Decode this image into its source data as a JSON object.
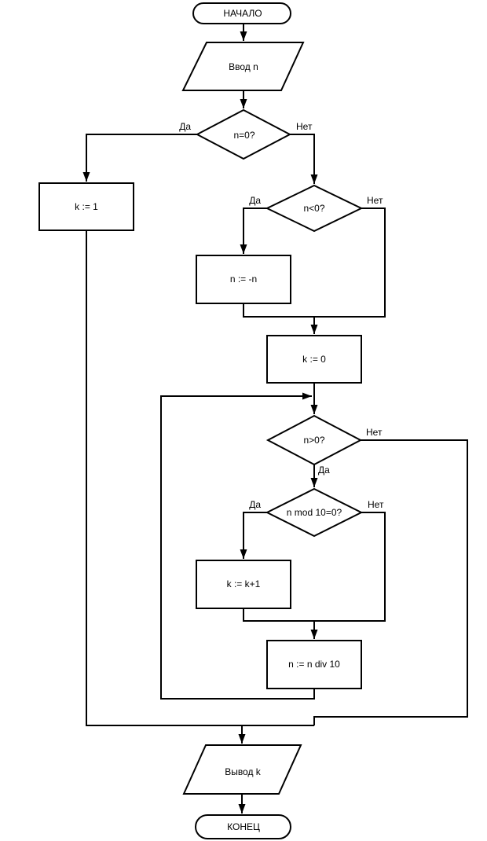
{
  "diagram": {
    "background_color": "#ffffff",
    "line_color": "#000000",
    "text_color": "#000000",
    "type": "flowchart",
    "nodes": {
      "start": {
        "label": "НАЧАЛО",
        "shape": "terminator"
      },
      "input_n": {
        "label": "Ввод n",
        "shape": "io-parallelogram"
      },
      "dec_n_eq_0": {
        "label": "n=0?",
        "shape": "decision"
      },
      "proc_k_1": {
        "label": "k := 1",
        "shape": "process"
      },
      "dec_n_lt_0": {
        "label": "n<0?",
        "shape": "decision"
      },
      "proc_n_neg": {
        "label": "n := -n",
        "shape": "process"
      },
      "proc_k_0": {
        "label": "k := 0",
        "shape": "process"
      },
      "dec_n_gt_0": {
        "label": "n>0?",
        "shape": "decision"
      },
      "dec_n_mod_10": {
        "label": "n mod 10=0?",
        "shape": "decision"
      },
      "proc_k_plus_1": {
        "label": "k := k+1",
        "shape": "process"
      },
      "proc_n_div_10": {
        "label": "n := n div 10",
        "shape": "process"
      },
      "output_k": {
        "label": "Вывод k",
        "shape": "io-parallelogram"
      },
      "end": {
        "label": "КОНЕЦ",
        "shape": "terminator"
      }
    },
    "branch_labels": {
      "yes": "Да",
      "no": "Нет"
    }
  }
}
